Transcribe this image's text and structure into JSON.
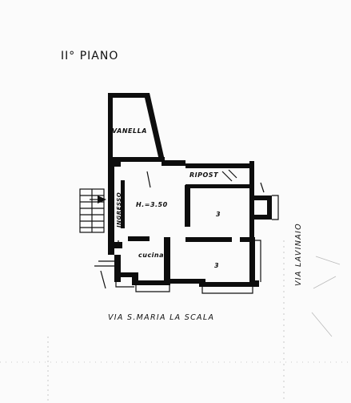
{
  "plan": {
    "floor_title": "II° PIANO",
    "rooms": {
      "vanella": "VANELLA",
      "ripostiglio": "RIPOST",
      "ingresso": "INGRESSO",
      "height": "H.=3.50",
      "cucina": "cucina",
      "room_number_upper": "3",
      "room_number_lower": "3"
    },
    "streets": {
      "south": "VIA S.MARIA LA SCALA",
      "east": "VIA LAVINAIO"
    }
  }
}
